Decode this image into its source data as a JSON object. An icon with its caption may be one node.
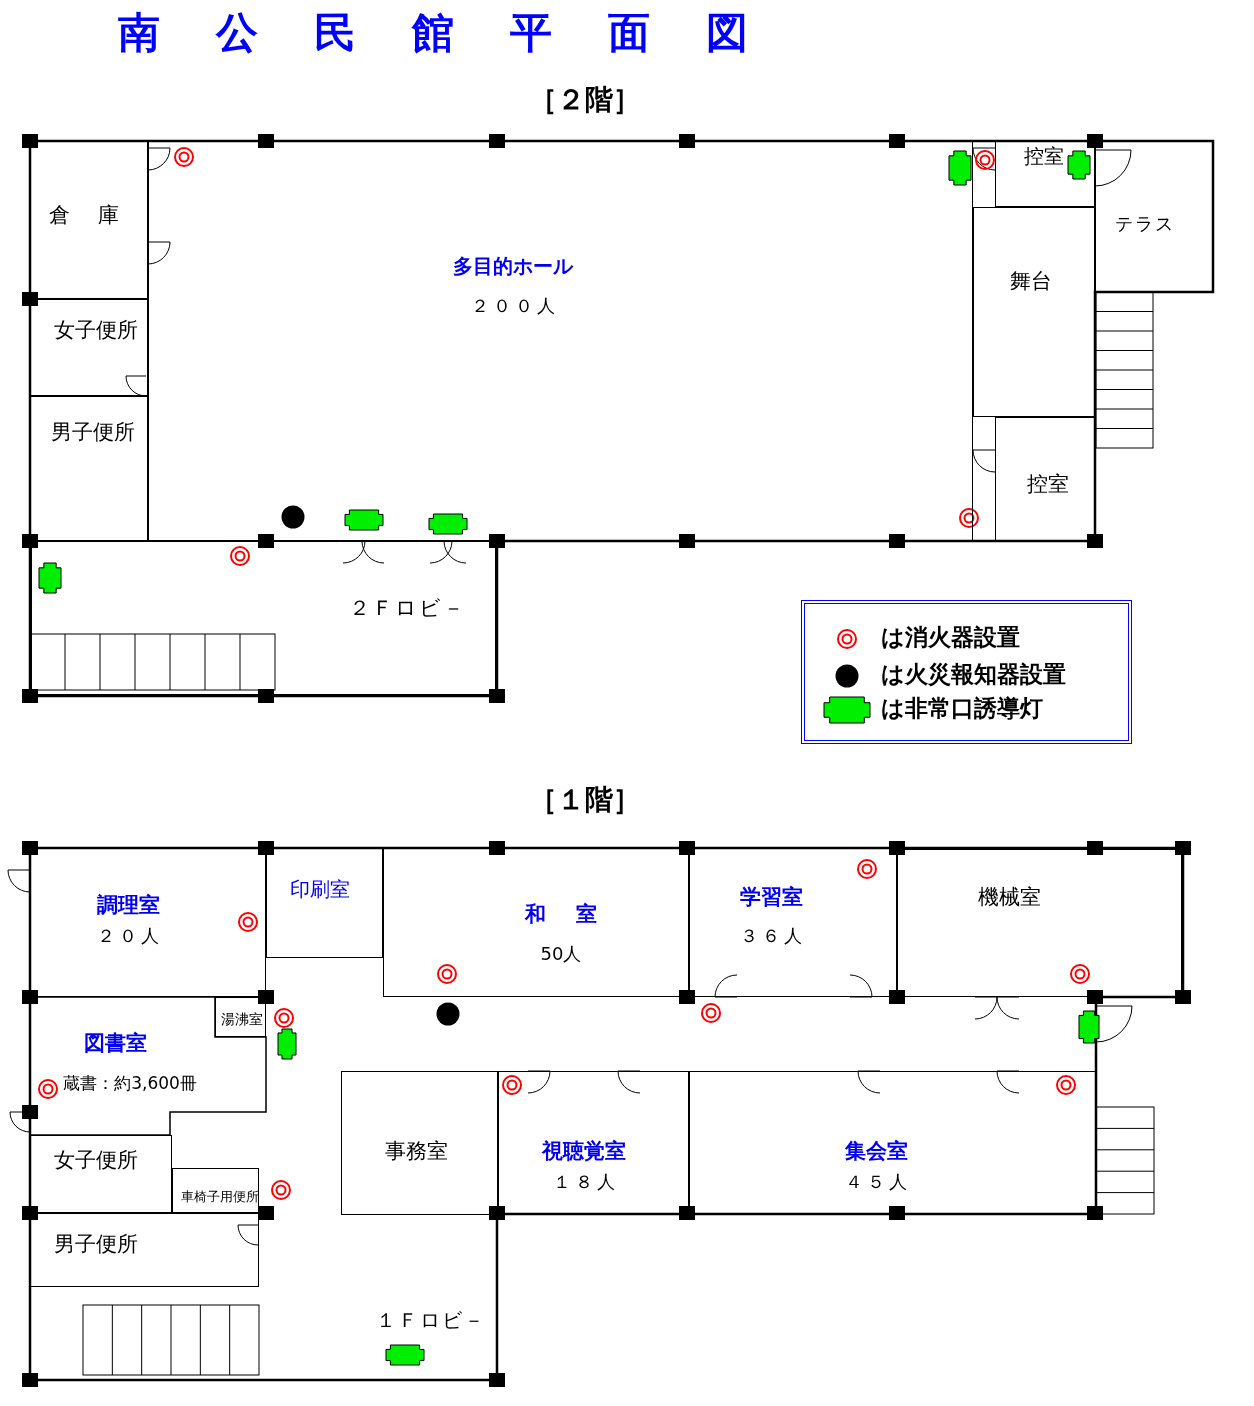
{
  "diagram": {
    "title": "南公民館平面図",
    "nodes": [
      {
        "text": [
          "［２階］"
        ]
      },
      {
        "text": [
          "倉庫"
        ],
        "in": 0
      },
      {
        "text": [
          "多目的ホール",
          "２００人"
        ],
        "in": 0
      },
      {
        "text": [
          "女子便所"
        ],
        "in": 0
      },
      {
        "text": [
          "男子便所"
        ],
        "in": 0
      },
      {
        "text": [
          "控室"
        ],
        "in": 0
      },
      {
        "text": [
          "舞台"
        ],
        "in": 0
      },
      {
        "text": [
          "テラス"
        ],
        "in": 0
      },
      {
        "text": [
          "控室"
        ],
        "in": 0
      },
      {
        "text": [
          "２Ｆロビ－"
        ],
        "in": 0
      },
      {
        "text": [
          "［１階］"
        ]
      },
      {
        "text": [
          "調理室",
          "２０人"
        ],
        "in": 10
      },
      {
        "text": [
          "印刷室"
        ],
        "in": 10
      },
      {
        "text": [
          "和室",
          "50人"
        ],
        "in": 10
      },
      {
        "text": [
          "学習室",
          "３６人"
        ],
        "in": 10
      },
      {
        "text": [
          "機械室"
        ],
        "in": 10
      },
      {
        "text": [
          "図書室",
          "蔵書：約3,600冊"
        ],
        "in": 10
      },
      {
        "text": [
          "湯沸室"
        ],
        "in": 10
      },
      {
        "text": [
          "女子便所"
        ],
        "in": 10
      },
      {
        "text": [
          "車椅子用便所"
        ],
        "in": 10
      },
      {
        "text": [
          "男子便所"
        ],
        "in": 10
      },
      {
        "text": [
          "事務室"
        ],
        "in": 10
      },
      {
        "text": [
          "視聴覚室",
          "１８人"
        ],
        "in": 10
      },
      {
        "text": [
          "集会室",
          "４５人"
        ],
        "in": 10
      },
      {
        "text": [
          "１Ｆロビ－"
        ],
        "in": 10
      }
    ],
    "legend": [
      {
        "text": "は消火器設置"
      },
      {
        "text": "は火災報知器設置"
      },
      {
        "text": "は非常口誘導灯"
      }
    ]
  }
}
